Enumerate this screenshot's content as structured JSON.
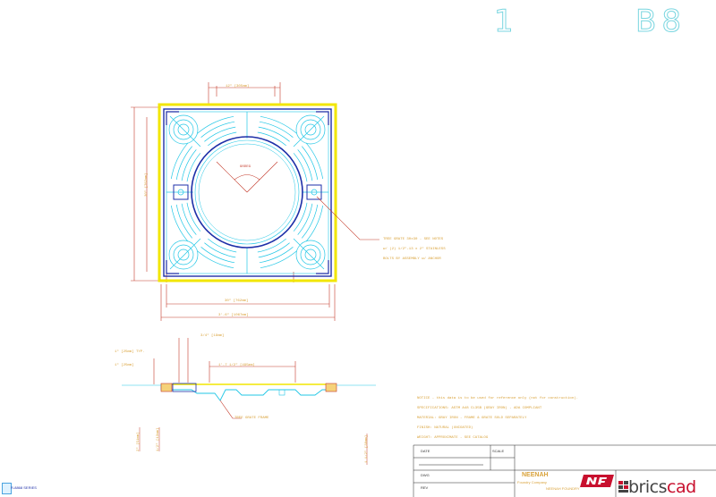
{
  "sheet": {
    "number_left": "1",
    "number_right": "B8"
  },
  "drawing": {
    "dim_top": "12\" [305mm]",
    "dim_side": "30\" [762mm]",
    "dim_inner_width": "30\" [762mm]",
    "dim_overall_width": "3'-6\" [1067mm]",
    "angle_label": "90DEG",
    "callout_lines": [
      "TREE GRATE 30x30 - SEE NOTES",
      "w/ (2) 1/2\"-13 x 2\" STAINLESS",
      "BOLTS BY ASSEMBLY w/ ANCHOR"
    ],
    "section_dims": {
      "dim_a": "3/4\" [19mm]",
      "dim_b": "1\" [25mm] TYP.",
      "dim_c": "1\" [25mm]",
      "dim_d": "1'-7 1/2\" [495mm]",
      "frame_label": "TREE GRATE FRAME",
      "vert_1": "2\" [51mm]",
      "vert_2": "1/2\" [13mm]",
      "vert_3": "1 1/2\" [38mm]"
    }
  },
  "notes": [
    "NOTICE - this data is to be used for reference only (not for construction).",
    "SPECIFICATIONS: ASTM A48 CL35B (GRAY IRON) - ADA COMPLIANT",
    "MATERIAL:        GRAY IRON - FRAME & GRATE SOLD SEPARATELY",
    "FINISH:           NATURAL (UNCOATED)",
    "WEIGHT:          APPROXIMATE - SEE CATALOG"
  ],
  "title_block": {
    "company": "NEENAH",
    "company_sub": "Foundry Company",
    "company_tag": "NEENAH FOUNDRY",
    "fields": [
      "DATE",
      "SCALE",
      "DWG",
      "REV"
    ],
    "left_code": "R-8868 SERIES"
  },
  "branding": {
    "brand_main": "brics",
    "brand_accent": "cad"
  },
  "colors": {
    "frame": "#f2e600",
    "grate": "#22c7e6",
    "outline": "#1e2fa8",
    "dims": "#c43a2a",
    "text": "#d9a23a"
  }
}
